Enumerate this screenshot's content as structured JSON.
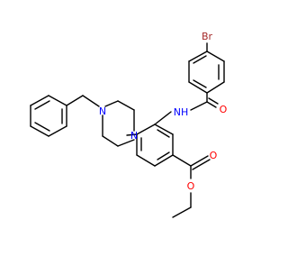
{
  "molecule": {
    "atom_labels": {
      "br": "Br",
      "nh": "NH",
      "o_amide": "O",
      "n_piperazine_1": "N",
      "n_piperazine_4": "N",
      "o_ester_carbonyl": "O",
      "o_ester": "O"
    },
    "colors": {
      "bond": "#000000",
      "bromine": "#a52a2a",
      "nitrogen": "#0000ff",
      "oxygen": "#ff0000",
      "background": "#ffffff"
    }
  }
}
